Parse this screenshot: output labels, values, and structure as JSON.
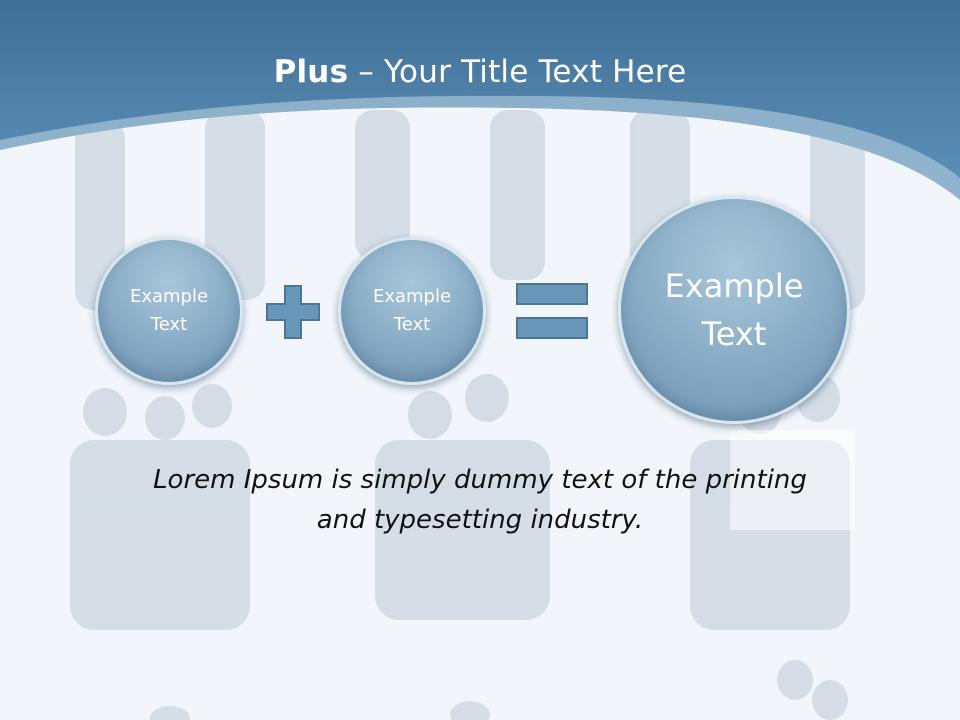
{
  "slide": {
    "title_bold": "Plus",
    "title_rest": " – Your Title Text Here",
    "circle_small_1": {
      "line1": "Example",
      "line2": "Text"
    },
    "circle_small_2": {
      "line1": "Example",
      "line2": "Text"
    },
    "circle_large": {
      "line1": "Example",
      "line2": "Text"
    },
    "body_line1": "Lorem Ipsum is simply dummy text of the printing",
    "body_line2": "and typesetting industry."
  },
  "colors": {
    "header": "#4f84ab",
    "circle_fill": "#86aac4",
    "operator_fill": "#5f8db0",
    "background": "#f2f6fa"
  },
  "icons": [
    "plus-icon",
    "equals-icon"
  ]
}
